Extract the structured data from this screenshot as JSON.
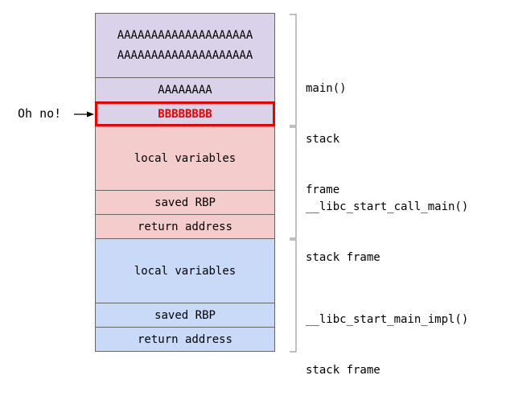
{
  "main_frame": {
    "buffer_lines": [
      "AAAAAAAAAAAAAAAAAAAA",
      "AAAAAAAAAAAAAAAAAAAA"
    ],
    "padding_cell": "AAAAAAAA",
    "overwritten_cell": "BBBBBBBB",
    "label_lines": [
      "main()",
      "stack",
      "frame"
    ]
  },
  "libc_start_call_main_frame": {
    "local_variables": "local variables",
    "saved_rbp": "saved RBP",
    "return_address": "return address",
    "label_lines": [
      "__libc_start_call_main()",
      "stack frame"
    ]
  },
  "libc_start_main_impl_frame": {
    "local_variables": "local variables",
    "saved_rbp": "saved RBP",
    "return_address": "return address",
    "label_lines": [
      "__libc_start_main_impl()",
      "stack frame"
    ]
  },
  "callout": {
    "text": "Oh no!"
  },
  "colors": {
    "main_frame_fill": "#d9d2e9",
    "libc_start_call_main_fill": "#f4cccc",
    "libc_start_main_impl_fill": "#c9daf8",
    "overwrite_highlight": "#ee0000",
    "cell_border": "#666666",
    "bracket": "#999999"
  }
}
